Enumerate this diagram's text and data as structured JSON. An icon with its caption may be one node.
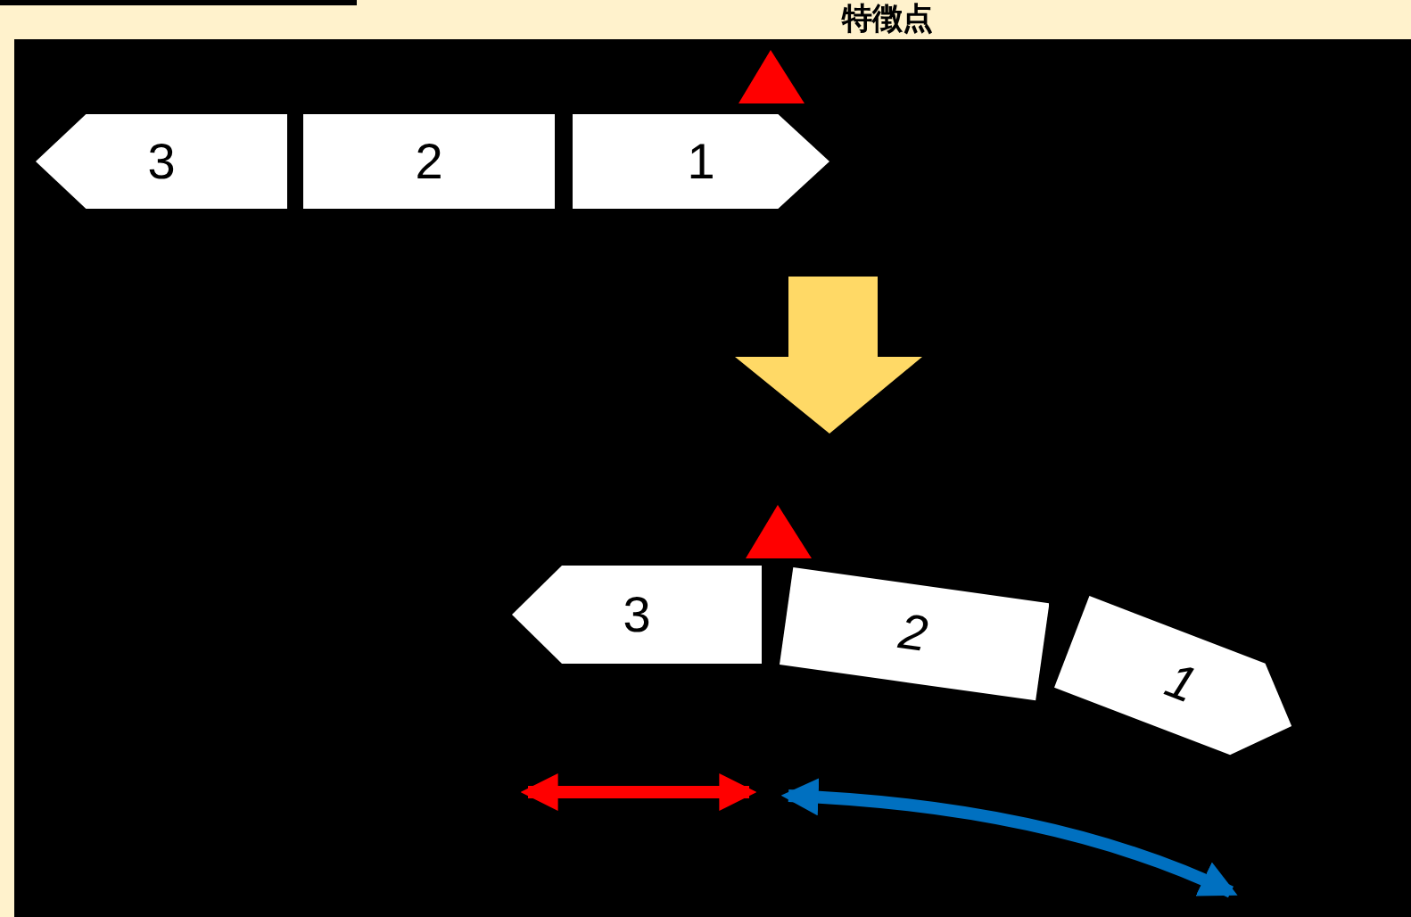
{
  "diagram": {
    "nodes": [
      {
        "text": [
          "3"
        ]
      },
      {
        "text": [
          "2"
        ]
      },
      {
        "text": [
          "1"
        ]
      },
      {
        "text": [
          "3"
        ]
      },
      {
        "text": [
          "2"
        ]
      },
      {
        "text": [
          "1"
        ]
      }
    ],
    "labels": [
      "特徴点"
    ]
  }
}
